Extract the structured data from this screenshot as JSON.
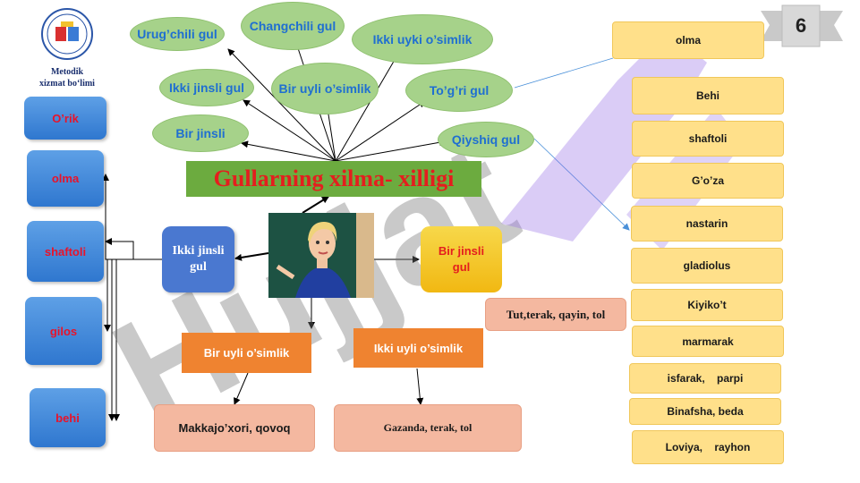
{
  "logo": {
    "caption_line1": "Metodik",
    "caption_line2": "xizmat bo‘limi"
  },
  "slide_number": "6",
  "watermark": "Hujjat",
  "title": "Gullarning xilma- xilligi",
  "ellipses": {
    "urugchili": "Urug’chili gul",
    "changchili": "Changchili gul",
    "ikki_uyki": "Ikki uyki o’simlik",
    "ikki_jinsli": "Ikki jinsli gul",
    "bir_uyli": "Bir uyli o’simlik",
    "togri": "To’g’ri gul",
    "bir_jinsli": "Bir jinsli",
    "qiyshiq": "Qiyshiq gul"
  },
  "left_boxes": [
    "O’rik",
    "olma",
    "shaftoli",
    "gilos",
    "behi"
  ],
  "right_boxes": [
    "olma",
    "Behi",
    "shaftoli",
    "G’o’za",
    "nastarin",
    "gladiolus",
    "Kiyiko’t",
    "marmarak",
    "isfarak,    parpi",
    "Binafsha, beda",
    "Loviya,    rayhon"
  ],
  "ikki_jinsli_gul": "Ikki jinsli gul",
  "bir_jinsli_gul": "Bir jinsli gul",
  "bir_uyli_osimlik": "Bir uyli o’simlik",
  "ikki_uyli_osimlik": "Ikki uyli o’simlik",
  "tut_terak": "Tut,terak, qayin, tol",
  "makkajoxori": "Makkajo’xori, qovoq",
  "gazanda": "Gazanda, terak, tol"
}
